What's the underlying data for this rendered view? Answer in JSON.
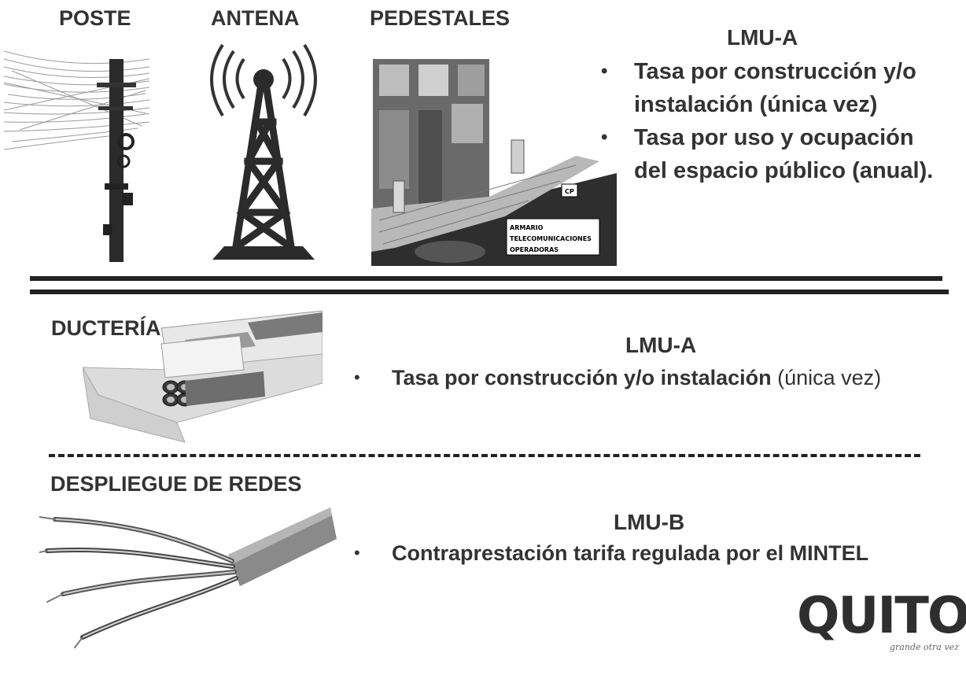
{
  "section_top": {
    "headings": {
      "poste": "POSTE",
      "antena": "ANTENA",
      "pedestales": "PEDESTALES"
    },
    "lmu": "LMU-A",
    "bullets": [
      "Tasa por construcción y/o instalación (única vez)",
      "Tasa por uso y ocupación del espacio público (anual)."
    ],
    "pedestal_labels": {
      "cp": "CP",
      "line1": "ARMARIO",
      "line2": "TELECOMUNICACIONES",
      "line3": "OPERADORAS"
    }
  },
  "section_ducteria": {
    "heading": "DUCTERÍA",
    "lmu": "LMU-A",
    "bullet_bold": "Tasa por construcción y/o instalación",
    "bullet_normal": " (única vez)"
  },
  "section_redes": {
    "heading": "DESPLIEGUE DE REDES",
    "lmu": "LMU-B",
    "bullet": "Contraprestación tarifa regulada por el MINTEL"
  },
  "logo": {
    "text": "QUITO",
    "tagline": "grande otra vez"
  }
}
